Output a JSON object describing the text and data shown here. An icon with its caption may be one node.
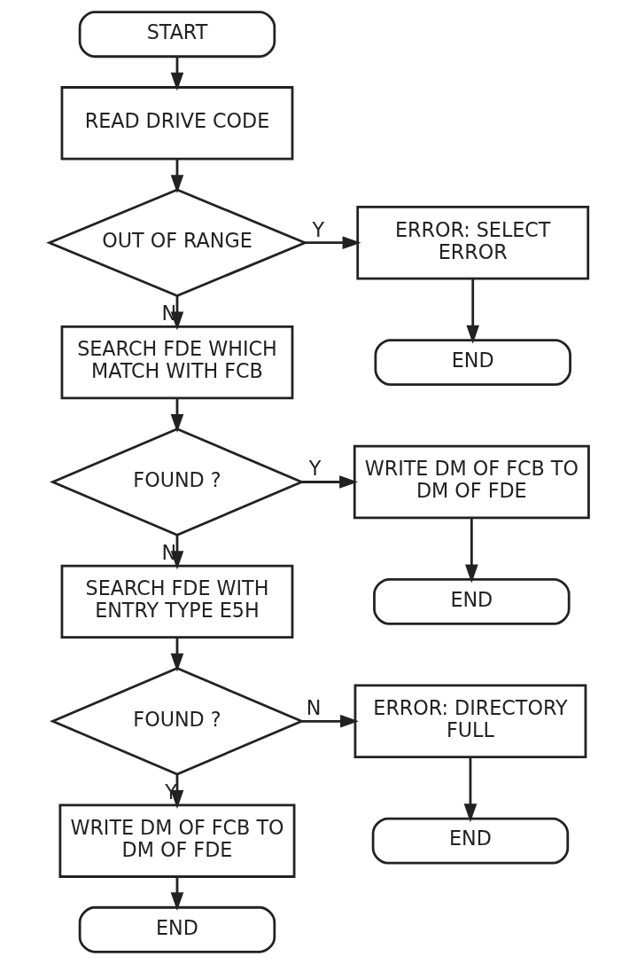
{
  "diagram": {
    "nodes": [
      {
        "text": [
          "START"
        ]
      },
      {
        "text": [
          "READ DRIVE CODE"
        ]
      },
      {
        "text": [
          "OUT OF RANGE"
        ]
      },
      {
        "text": [
          "ERROR: SELECT ERROR"
        ]
      },
      {
        "text": [
          "END"
        ]
      },
      {
        "text": [
          "SEARCH FDE WHICH MATCH WITH FCB"
        ]
      },
      {
        "text": [
          "FOUND ?"
        ]
      },
      {
        "text": [
          "WRITE DM OF FCB TO DM OF FDE"
        ]
      },
      {
        "text": [
          "END"
        ]
      },
      {
        "text": [
          "SEARCH FDE WITH ENTRY TYPE E5H"
        ]
      },
      {
        "text": [
          "FOUND ?"
        ]
      },
      {
        "text": [
          "ERROR: DIRECTORY FULL"
        ]
      },
      {
        "text": [
          "END"
        ]
      },
      {
        "text": [
          "WRITE DM OF FCB TO DM OF FDE"
        ]
      },
      {
        "text": [
          "END"
        ]
      }
    ],
    "edges": [
      {
        "from": 0,
        "to": 1,
        "arrow": "to"
      },
      {
        "from": 1,
        "to": 2,
        "arrow": "to"
      },
      {
        "from": 2,
        "to": 3,
        "arrow": "to",
        "label": "Y"
      },
      {
        "from": 3,
        "to": 4,
        "arrow": "to"
      },
      {
        "from": 2,
        "to": 5,
        "arrow": "to",
        "label": "N"
      },
      {
        "from": 5,
        "to": 6,
        "arrow": "to"
      },
      {
        "from": 6,
        "to": 7,
        "arrow": "to",
        "label": "Y"
      },
      {
        "from": 7,
        "to": 8,
        "arrow": "to"
      },
      {
        "from": 6,
        "to": 9,
        "arrow": "to",
        "label": "N"
      },
      {
        "from": 9,
        "to": 10,
        "arrow": "to"
      },
      {
        "from": 10,
        "to": 11,
        "arrow": "to",
        "label": "N"
      },
      {
        "from": 11,
        "to": 12,
        "arrow": "to"
      },
      {
        "from": 10,
        "to": 13,
        "arrow": "to",
        "label": "Y"
      },
      {
        "from": 13,
        "to": 14,
        "arrow": "to"
      }
    ]
  }
}
